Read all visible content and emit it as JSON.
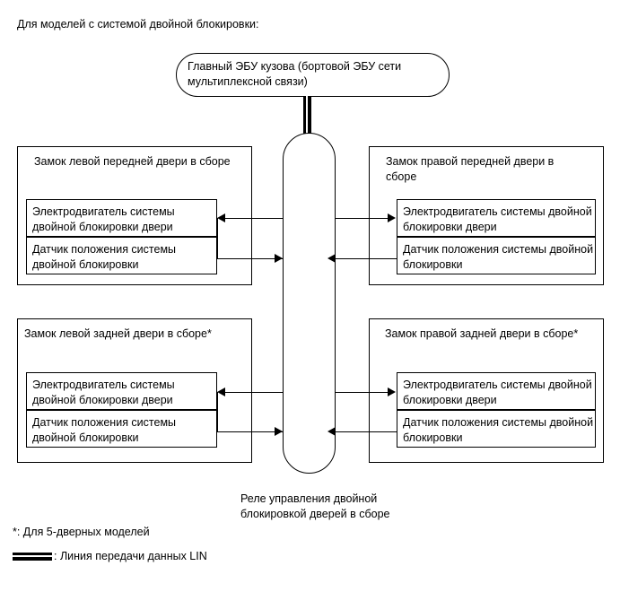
{
  "heading": "Для моделей с системой двойной блокировки:",
  "ecu": {
    "label": "Главный ЭБУ кузова (бортовой ЭБУ сети мультиплексной связи)"
  },
  "relay": {
    "caption": "Реле управления двойной блокировкой дверей в сборе"
  },
  "locks": {
    "front_left": {
      "title": "Замок левой передней двери в сборе",
      "motor": "Электродвигатель системы двойной блокировки двери",
      "sensor": "Датчик положения системы двойной блокировки"
    },
    "front_right": {
      "title": "Замок правой передней двери в сборе",
      "motor": "Электродвигатель системы двойной блокировки двери",
      "sensor": "Датчик положения системы двойной блокировки"
    },
    "rear_left": {
      "title": "Замок левой задней двери в сборе*",
      "motor": "Электродвигатель системы двойной блокировки двери",
      "sensor": "Датчик положения системы двойной блокировки"
    },
    "rear_right": {
      "title": "Замок правой задней двери в сборе*",
      "motor": "Электродвигатель системы двойной блокировки двери",
      "sensor": "Датчик положения системы двойной блокировки"
    }
  },
  "legend": {
    "footnote": "*: Для 5-дверных моделей",
    "lin_label": ": Линия передачи данных LIN"
  },
  "colors": {
    "line": "#000000",
    "background": "#ffffff"
  }
}
